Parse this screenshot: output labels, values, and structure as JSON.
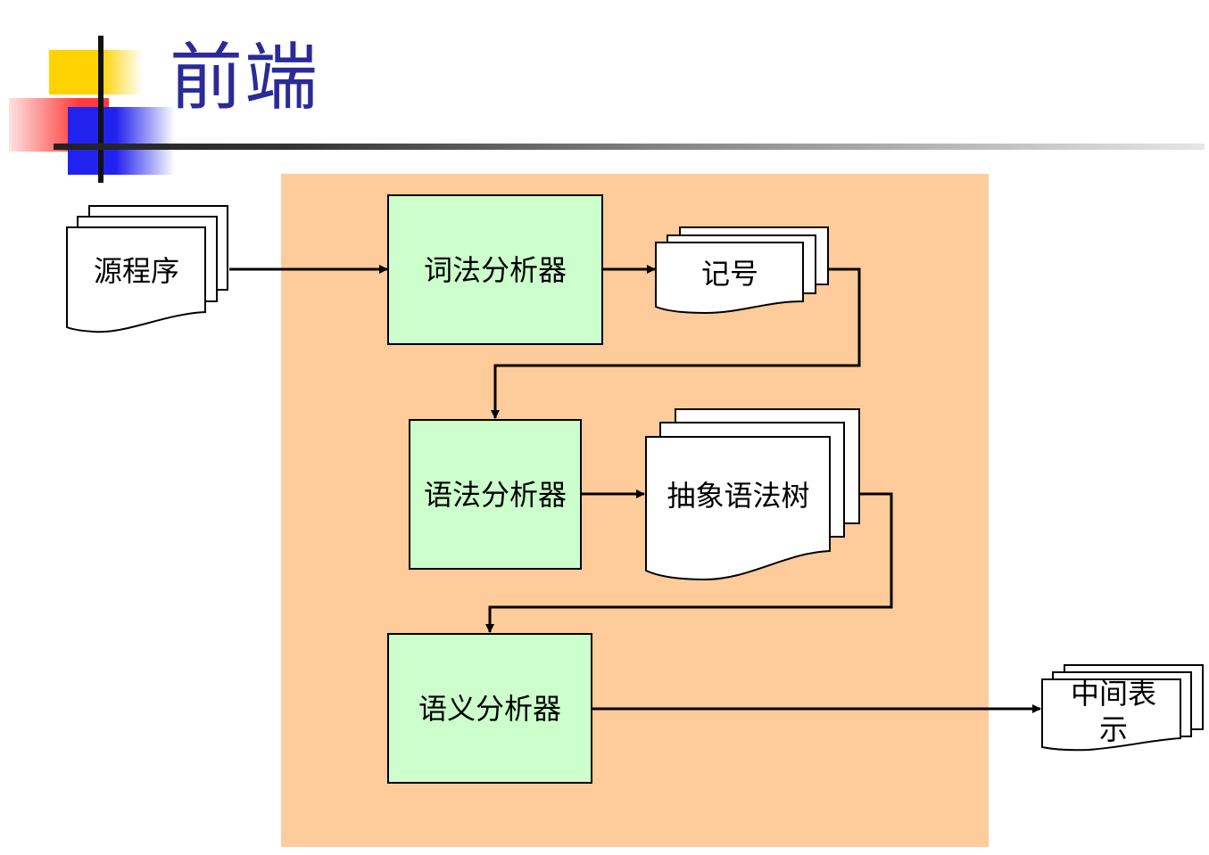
{
  "slide": {
    "title": "前端"
  },
  "diagram": {
    "source_doc": "源程序",
    "lexer": "词法分析器",
    "tokens_doc": "记号",
    "parser": "语法分析器",
    "ast_doc": "抽象语法树",
    "semantic": "语义分析器",
    "ir_doc": "中间表示"
  },
  "colors": {
    "title": "#2a2a9a",
    "panel": "#fecb9a",
    "box_fill": "#ccffcc",
    "doc_fill": "#ffffff",
    "line": "#000000"
  }
}
